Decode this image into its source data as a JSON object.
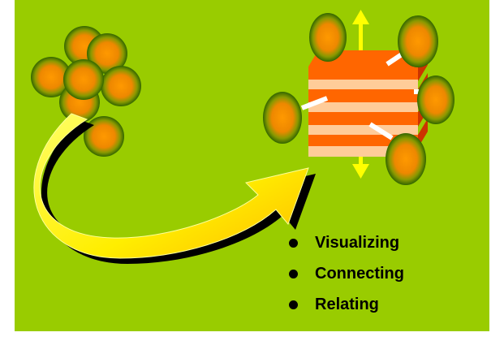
{
  "slide": {
    "background": "#99cc00",
    "bullets": [
      "Visualizing",
      "Connecting",
      "Relating"
    ]
  },
  "colors": {
    "ball_center": "#ff9900",
    "ball_edge": "#336600",
    "arrow_fill": "#ffff33",
    "arrow_shadow": "#000000",
    "block_top": "#ff6600",
    "block_side": "#cc3300",
    "block_stripe": "#ffcc99",
    "axis_arrow": "#ffff00",
    "connector": "#ffffff"
  }
}
